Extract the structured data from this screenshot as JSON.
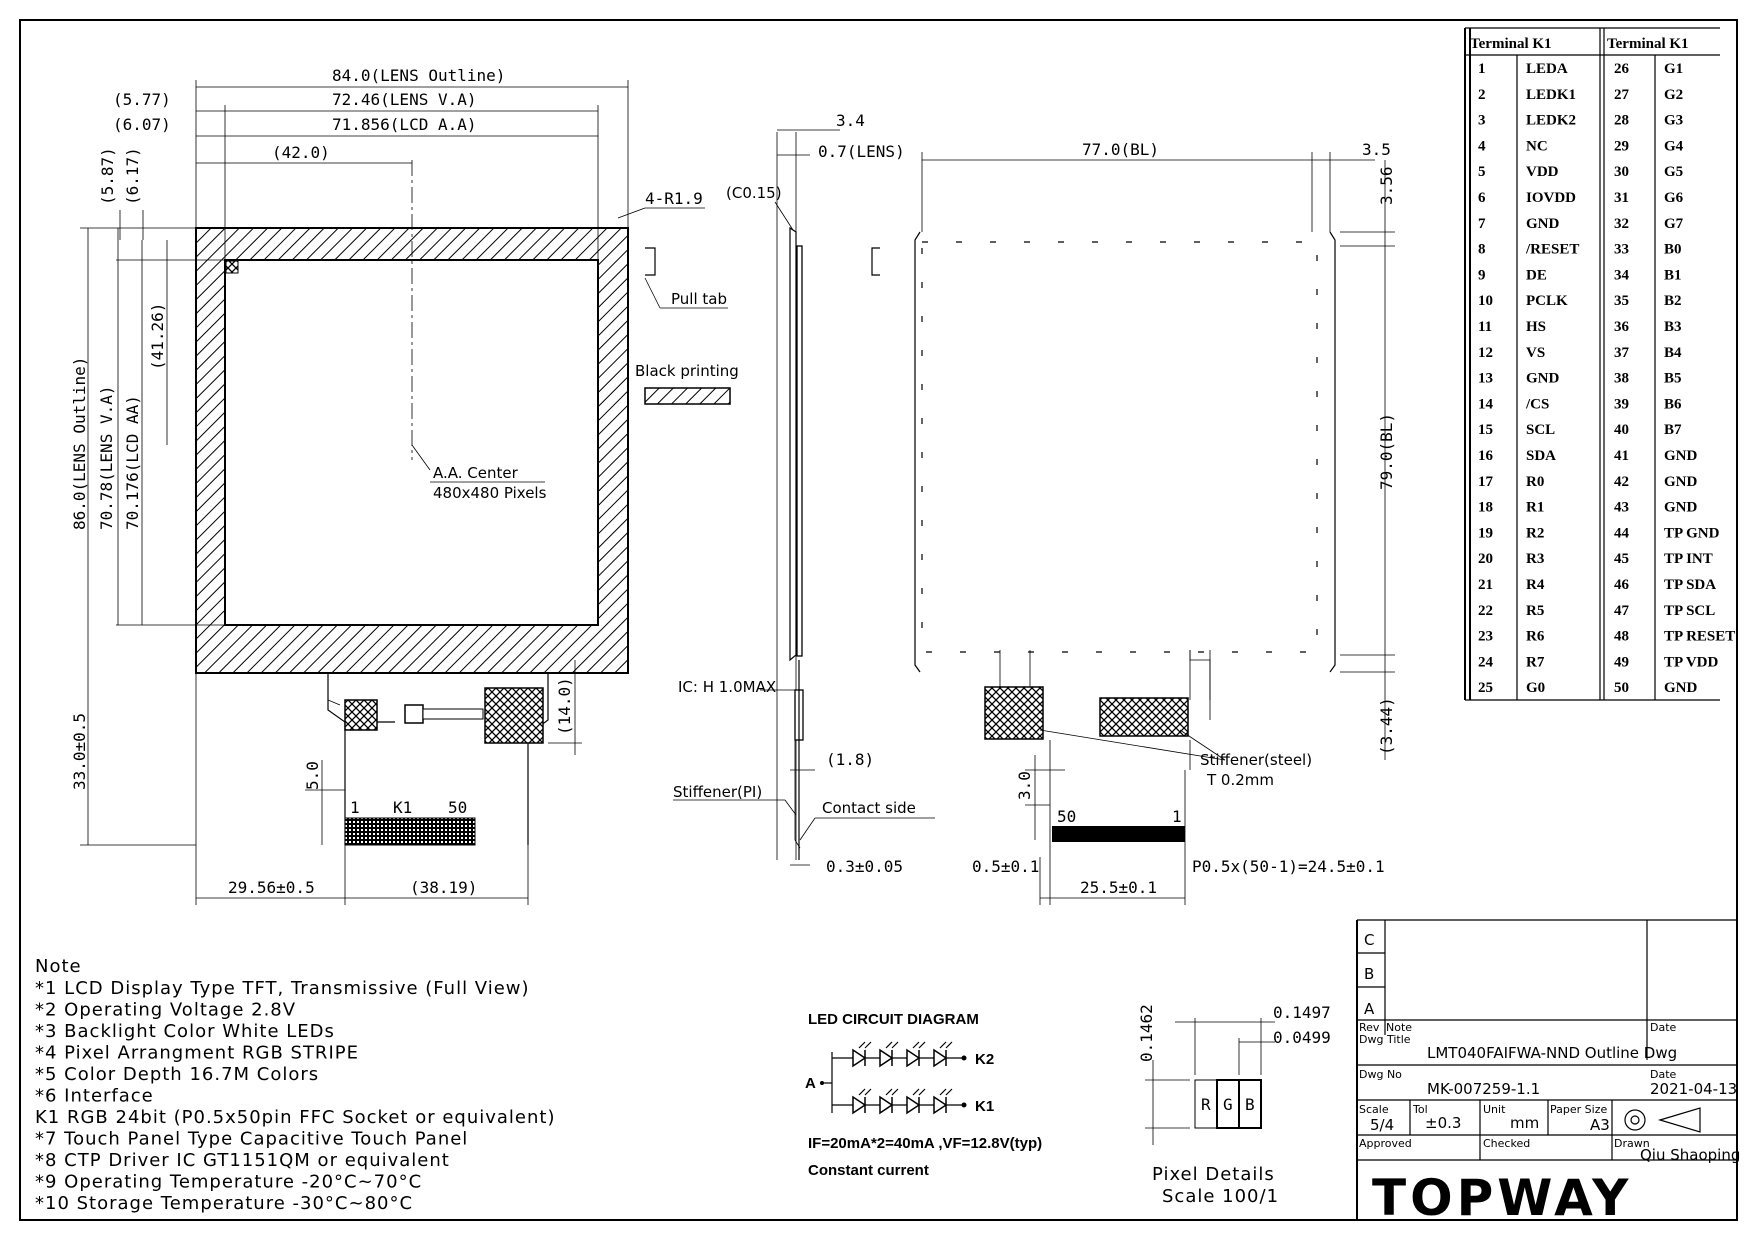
{
  "front_view": {
    "lens_outline_w": "84.0(LENS Outline)",
    "lens_va_w": "72.46(LENS V.A)",
    "lcd_aa_w": "71.856(LCD A.A)",
    "offset_577": "(5.77)",
    "offset_607": "(6.07)",
    "half_w": "(42.0)",
    "offset_587": "(5.87)",
    "offset_617": "(6.17)",
    "lens_outline_h": "86.0(LENS Outline)",
    "lens_va_h": "70.78(LENS V.A)",
    "lcd_aa_h": "70.176(LCD AA)",
    "half_h": "(41.26)",
    "corner_radius": "4-R1.9",
    "pull_tab": "Pull tab",
    "black_printing": "Black printing",
    "aa_center": "A.A. Center",
    "pixels": "480x480 Pixels",
    "fpc_h": "(14.0)",
    "total_h": "33.0±0.5",
    "fpc_len": "5.0",
    "k1_left": "1",
    "k1_label": "K1",
    "k1_right": "50",
    "bottom_left": "29.56±0.5",
    "bottom_right": "(38.19)"
  },
  "side_view": {
    "dim_34": "3.4",
    "lens_07": "0.7(LENS)",
    "chamfer": "(C0.15)",
    "ic_height": "IC: H 1.0MAX",
    "dim_18": "(1.8)",
    "stiffener_pi": "Stiffener(PI)",
    "contact_side": "Contact side",
    "fpc_thick": "0.3±0.05"
  },
  "back_view": {
    "bl_w": "77.0(BL)",
    "dim_35": "3.5",
    "dim_356": "3.56",
    "bl_h": "79.0(BL)",
    "dim_344": "(3.44)",
    "stiffener_steel": "Stiffener(steel)",
    "steel_thick": "T 0.2mm",
    "dim_30": "3.0",
    "pin50": "50",
    "pin1": "1",
    "dim_05": "0.5±0.1",
    "pitch": "P0.5x(50-1)=24.5±0.1",
    "dim_255": "25.5±0.1"
  },
  "pin_table": {
    "header_left": "Terminal K1",
    "header_right": "Terminal K1",
    "left": [
      [
        "1",
        "LEDA"
      ],
      [
        "2",
        "LEDK1"
      ],
      [
        "3",
        "LEDK2"
      ],
      [
        "4",
        "NC"
      ],
      [
        "5",
        "VDD"
      ],
      [
        "6",
        "IOVDD"
      ],
      [
        "7",
        "GND"
      ],
      [
        "8",
        "/RESET"
      ],
      [
        "9",
        "DE"
      ],
      [
        "10",
        "PCLK"
      ],
      [
        "11",
        "HS"
      ],
      [
        "12",
        "VS"
      ],
      [
        "13",
        "GND"
      ],
      [
        "14",
        "/CS"
      ],
      [
        "15",
        "SCL"
      ],
      [
        "16",
        "SDA"
      ],
      [
        "17",
        "R0"
      ],
      [
        "18",
        "R1"
      ],
      [
        "19",
        "R2"
      ],
      [
        "20",
        "R3"
      ],
      [
        "21",
        "R4"
      ],
      [
        "22",
        "R5"
      ],
      [
        "23",
        "R6"
      ],
      [
        "24",
        "R7"
      ],
      [
        "25",
        "G0"
      ]
    ],
    "right": [
      [
        "26",
        "G1"
      ],
      [
        "27",
        "G2"
      ],
      [
        "28",
        "G3"
      ],
      [
        "29",
        "G4"
      ],
      [
        "30",
        "G5"
      ],
      [
        "31",
        "G6"
      ],
      [
        "32",
        "G7"
      ],
      [
        "33",
        "B0"
      ],
      [
        "34",
        "B1"
      ],
      [
        "35",
        "B2"
      ],
      [
        "36",
        "B3"
      ],
      [
        "37",
        "B4"
      ],
      [
        "38",
        "B5"
      ],
      [
        "39",
        "B6"
      ],
      [
        "40",
        "B7"
      ],
      [
        "41",
        "GND"
      ],
      [
        "42",
        "GND"
      ],
      [
        "43",
        "GND"
      ],
      [
        "44",
        "TP GND"
      ],
      [
        "45",
        "TP INT"
      ],
      [
        "46",
        "TP SDA"
      ],
      [
        "47",
        "TP SCL"
      ],
      [
        "48",
        "TP RESET"
      ],
      [
        "49",
        "TP VDD"
      ],
      [
        "50",
        "GND"
      ]
    ]
  },
  "notes": {
    "title": "Note",
    "items": [
      "*1  LCD Display Type   TFT, Transmissive (Full View)",
      "*2  Operating Voltage   2.8V",
      "*3  Backlight Color   White LEDs",
      "*4  Pixel Arrangment   RGB STRIPE",
      "*5  Color Depth   16.7M Colors",
      "*6  Interface",
      "     K1 RGB 24bit (P0.5x50pin FFC Socket or equivalent)",
      "*7  Touch Panel Type   Capacitive Touch Panel",
      "*8  CTP Driver IC   GT1151QM or equivalent",
      "*9  Operating Temperature   -20°C~70°C",
      "*10 Storage Temperature   -30°C~80°C"
    ]
  },
  "led": {
    "title": "LED CIRCUIT DIAGRAM",
    "anode": "A",
    "k2": "K2",
    "k1": "K1",
    "spec": "IF=20mA*2=40mA ,VF=12.8V(typ)",
    "current": "Constant current"
  },
  "pixel": {
    "dim_left": "0.1462",
    "dim_top": "0.1497",
    "dim_sub": "0.0499",
    "r": "R",
    "g": "G",
    "b": "B",
    "title": "Pixel Details",
    "scale": "Scale 100/1"
  },
  "title_block": {
    "rev_c": "C",
    "rev_b": "B",
    "rev_a": "A",
    "rev_label": "Rev",
    "note_label": "Note",
    "date_label": "Date",
    "title_label": "Dwg Title",
    "title": "LMT040FAIFWA-NND Outline Dwg",
    "no_label": "Dwg No",
    "number": "MK-007259-1.1",
    "date_label2": "Date",
    "date": "2021-04-13",
    "scale_label": "Scale",
    "scale": "5/4",
    "tol_label": "Tol",
    "tol": "±0.3",
    "unit_label": "Unit",
    "unit": "mm",
    "paper_label": "Paper Size",
    "paper": "A3",
    "approved_label": "Approved",
    "checked_label": "Checked",
    "drawn_label": "Drawn",
    "drawn": "Qiu Shaoping",
    "logo": "TOPWAY"
  }
}
